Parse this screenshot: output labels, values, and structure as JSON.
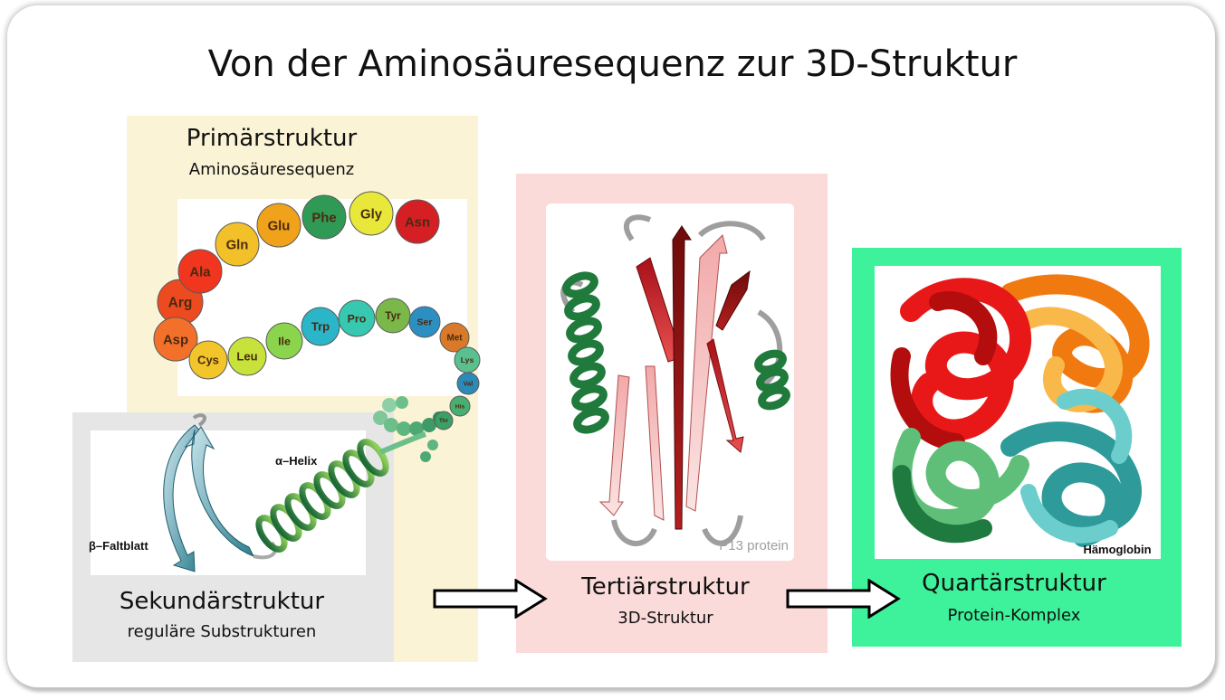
{
  "title": "Von der Aminosäuresequenz zur 3D-Struktur",
  "primary": {
    "heading": "Primärstruktur",
    "subheading": "Aminosäuresequenz",
    "top_row": [
      "Arg",
      "Ala",
      "Gln",
      "Glu",
      "Phe",
      "Gly",
      "Asn"
    ],
    "bottom_row": [
      "Asp",
      "Cys",
      "Leu",
      "Ile",
      "Trp",
      "Pro",
      "Tyr",
      "Ser",
      "Met",
      "Lys",
      "Val",
      "His",
      "Thr"
    ]
  },
  "secondary": {
    "heading": "Sekundärstruktur",
    "subheading": "reguläre Substrukturen",
    "helix_label": "α–Helix",
    "sheet_label": "β–Faltblatt"
  },
  "tertiary": {
    "heading": "Tertiärstruktur",
    "subheading": "3D-Struktur",
    "image_caption": "P13 protein"
  },
  "quaternary": {
    "heading": "Quartärstruktur",
    "subheading": "Protein-Komplex",
    "image_caption": "Hämoglobin"
  },
  "colors": {
    "primary_bg": "#faf3d6",
    "secondary_bg": "#e6e6e6",
    "tertiary_bg": "#fbdada",
    "quaternary_bg": "#3df29a"
  }
}
